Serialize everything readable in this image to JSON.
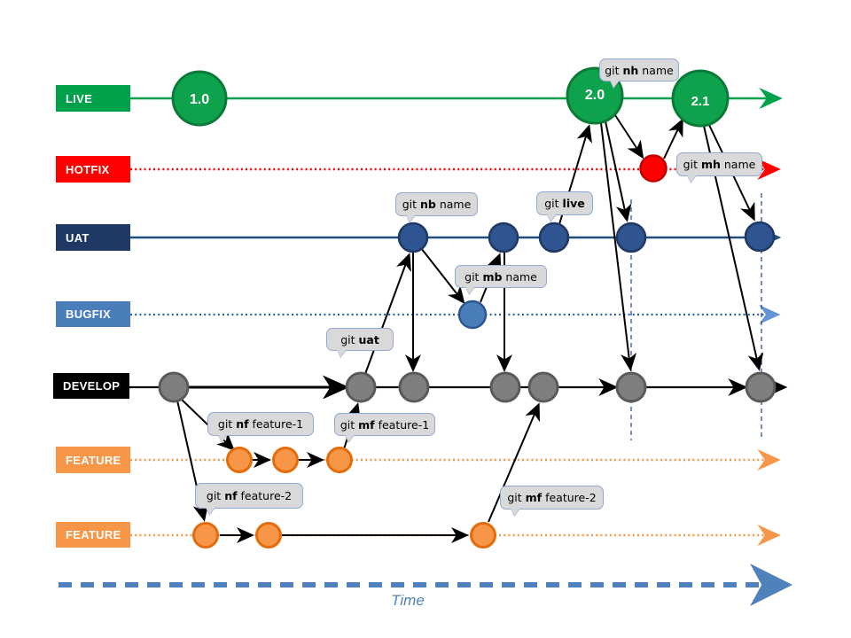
{
  "diagram": {
    "branches": [
      {
        "id": "live",
        "label": "LIVE",
        "color": "#00A14B",
        "line_style": "solid"
      },
      {
        "id": "hotfix",
        "label": "HOTFIX",
        "color": "#FF0000",
        "line_style": "dotted"
      },
      {
        "id": "uat",
        "label": "UAT",
        "color": "#1F3864",
        "line_style": "solid"
      },
      {
        "id": "bugfix",
        "label": "BUGFIX",
        "color": "#4A7EBB",
        "line_style": "dotted"
      },
      {
        "id": "develop",
        "label": "DEVELOP",
        "color": "#000000",
        "line_style": "solid"
      },
      {
        "id": "feature-1",
        "label": "FEATURE",
        "color": "#F79646",
        "line_style": "dotted"
      },
      {
        "id": "feature-2",
        "label": "FEATURE",
        "color": "#F79646",
        "line_style": "dotted"
      }
    ],
    "releases": [
      "1.0",
      "2.0",
      "2.1"
    ],
    "callouts": {
      "nh": {
        "pre": "git ",
        "cmd": "nh",
        "arg": " name"
      },
      "mh": {
        "pre": "git ",
        "cmd": "mh",
        "arg": " name"
      },
      "nb": {
        "pre": "git ",
        "cmd": "nb",
        "arg": " name"
      },
      "live": {
        "pre": "git ",
        "cmd": "live",
        "arg": ""
      },
      "mb": {
        "pre": "git ",
        "cmd": "mb",
        "arg": " name"
      },
      "uat": {
        "pre": "git ",
        "cmd": "uat",
        "arg": ""
      },
      "nf1": {
        "pre": "git ",
        "cmd": "nf",
        "arg": " feature-1"
      },
      "mf1": {
        "pre": "git ",
        "cmd": "mf",
        "arg": " feature-1"
      },
      "nf2": {
        "pre": "git ",
        "cmd": "nf",
        "arg": " feature-2"
      },
      "mf2": {
        "pre": "git ",
        "cmd": "mf",
        "arg": " feature-2"
      }
    },
    "timeline": {
      "label": "Time",
      "color": "#4F81BD"
    },
    "colors": {
      "live_node_fill": "#0EA24C",
      "live_node_border": "#0B7A38",
      "hotfix_node_fill": "#FF0000",
      "hotfix_node_border": "#C00000",
      "uat_node_fill": "#2E5591",
      "uat_node_border": "#1F3864",
      "bugfix_node_fill": "#4A7EBB",
      "bugfix_node_border": "#2E5591",
      "develop_node_fill": "#7F7F7F",
      "develop_node_border": "#5A5A5A",
      "feature_node_fill": "#F79646",
      "feature_node_border": "#E46C0A",
      "callout_fill": "#D9D9D9",
      "callout_border": "#8FAAD4",
      "arrow_black": "#000000",
      "guide_dash": "#2E5591",
      "uat_line": "#1F4E79",
      "bugfix_line": "#2E5F9E"
    }
  }
}
